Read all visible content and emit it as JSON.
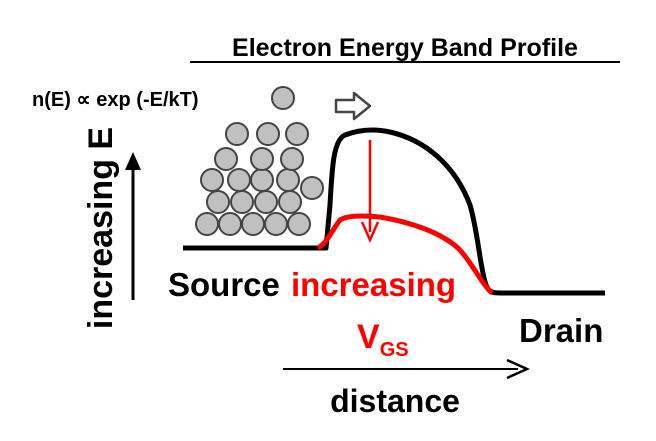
{
  "title": "Electron Energy Band Profile",
  "formula": "n(E) ∝ exp (-E/kT)",
  "y_axis_label": "increasing E",
  "x_axis_label": "distance",
  "source_label": "Source",
  "drain_label": "Drain",
  "gate_change_label": "increasing",
  "vgs_main": "V",
  "vgs_sub": "GS",
  "colors": {
    "ink": "#000000",
    "highlight": "#ff0000",
    "electron_fill": "#c0c0c0",
    "electron_stroke": "#444444"
  },
  "icons": {
    "flow_arrow": "hollow-right-arrow-icon"
  }
}
